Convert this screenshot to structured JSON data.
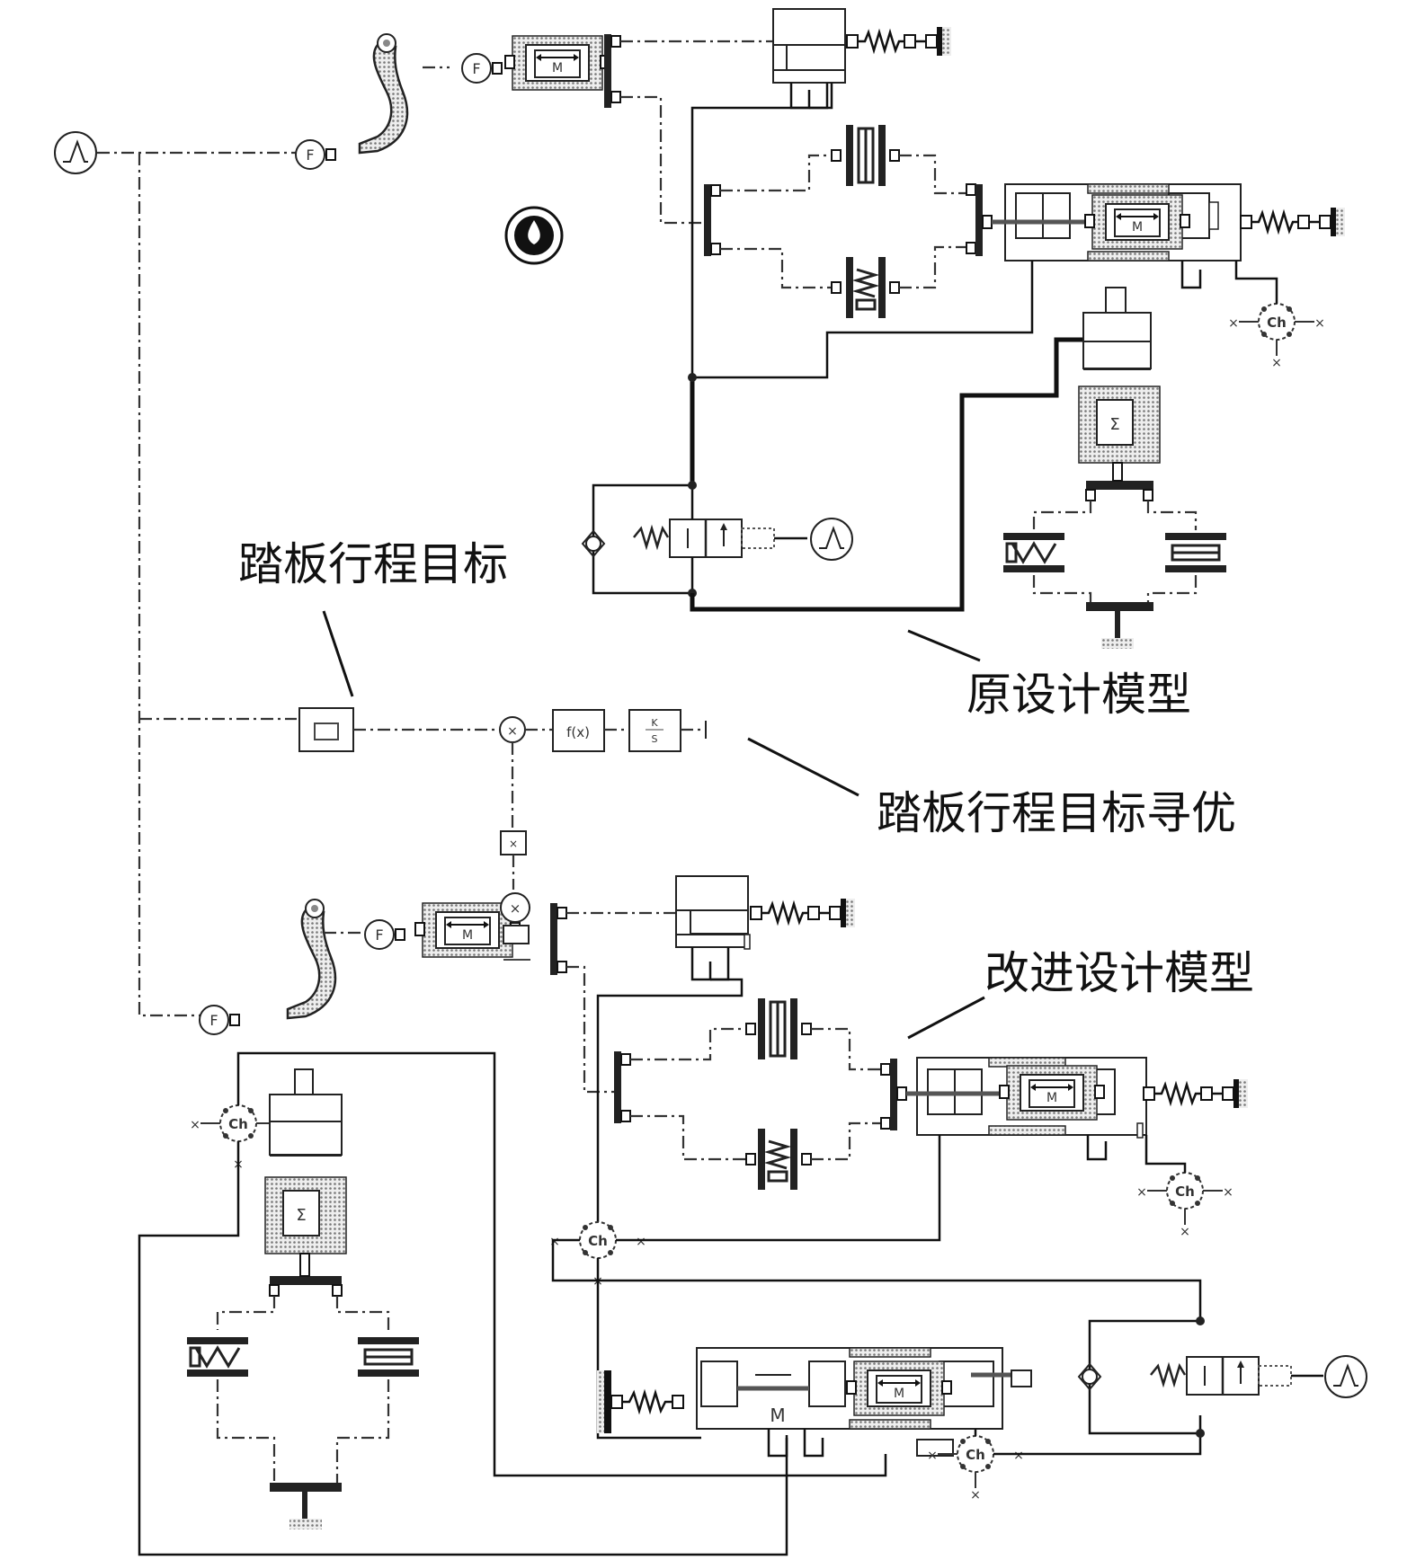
{
  "annotations": {
    "pedal_target": "踏板行程目标",
    "original_model": "原设计模型",
    "pedal_target_opt": "踏板行程目标寻优",
    "improved_model": "改进设计模型"
  },
  "component_text": {
    "force_symbol": "F",
    "mass_symbol": "M",
    "chamber_symbol": "Ch",
    "function_block": "f(x)",
    "gain_k": "K",
    "gain_s": "S",
    "multiplier": "×",
    "sum_symbol": "Σ"
  },
  "colors": {
    "line": "#111111",
    "signal_line": "#333333",
    "block_fill": "#ffffff",
    "hatch": "#999999"
  }
}
